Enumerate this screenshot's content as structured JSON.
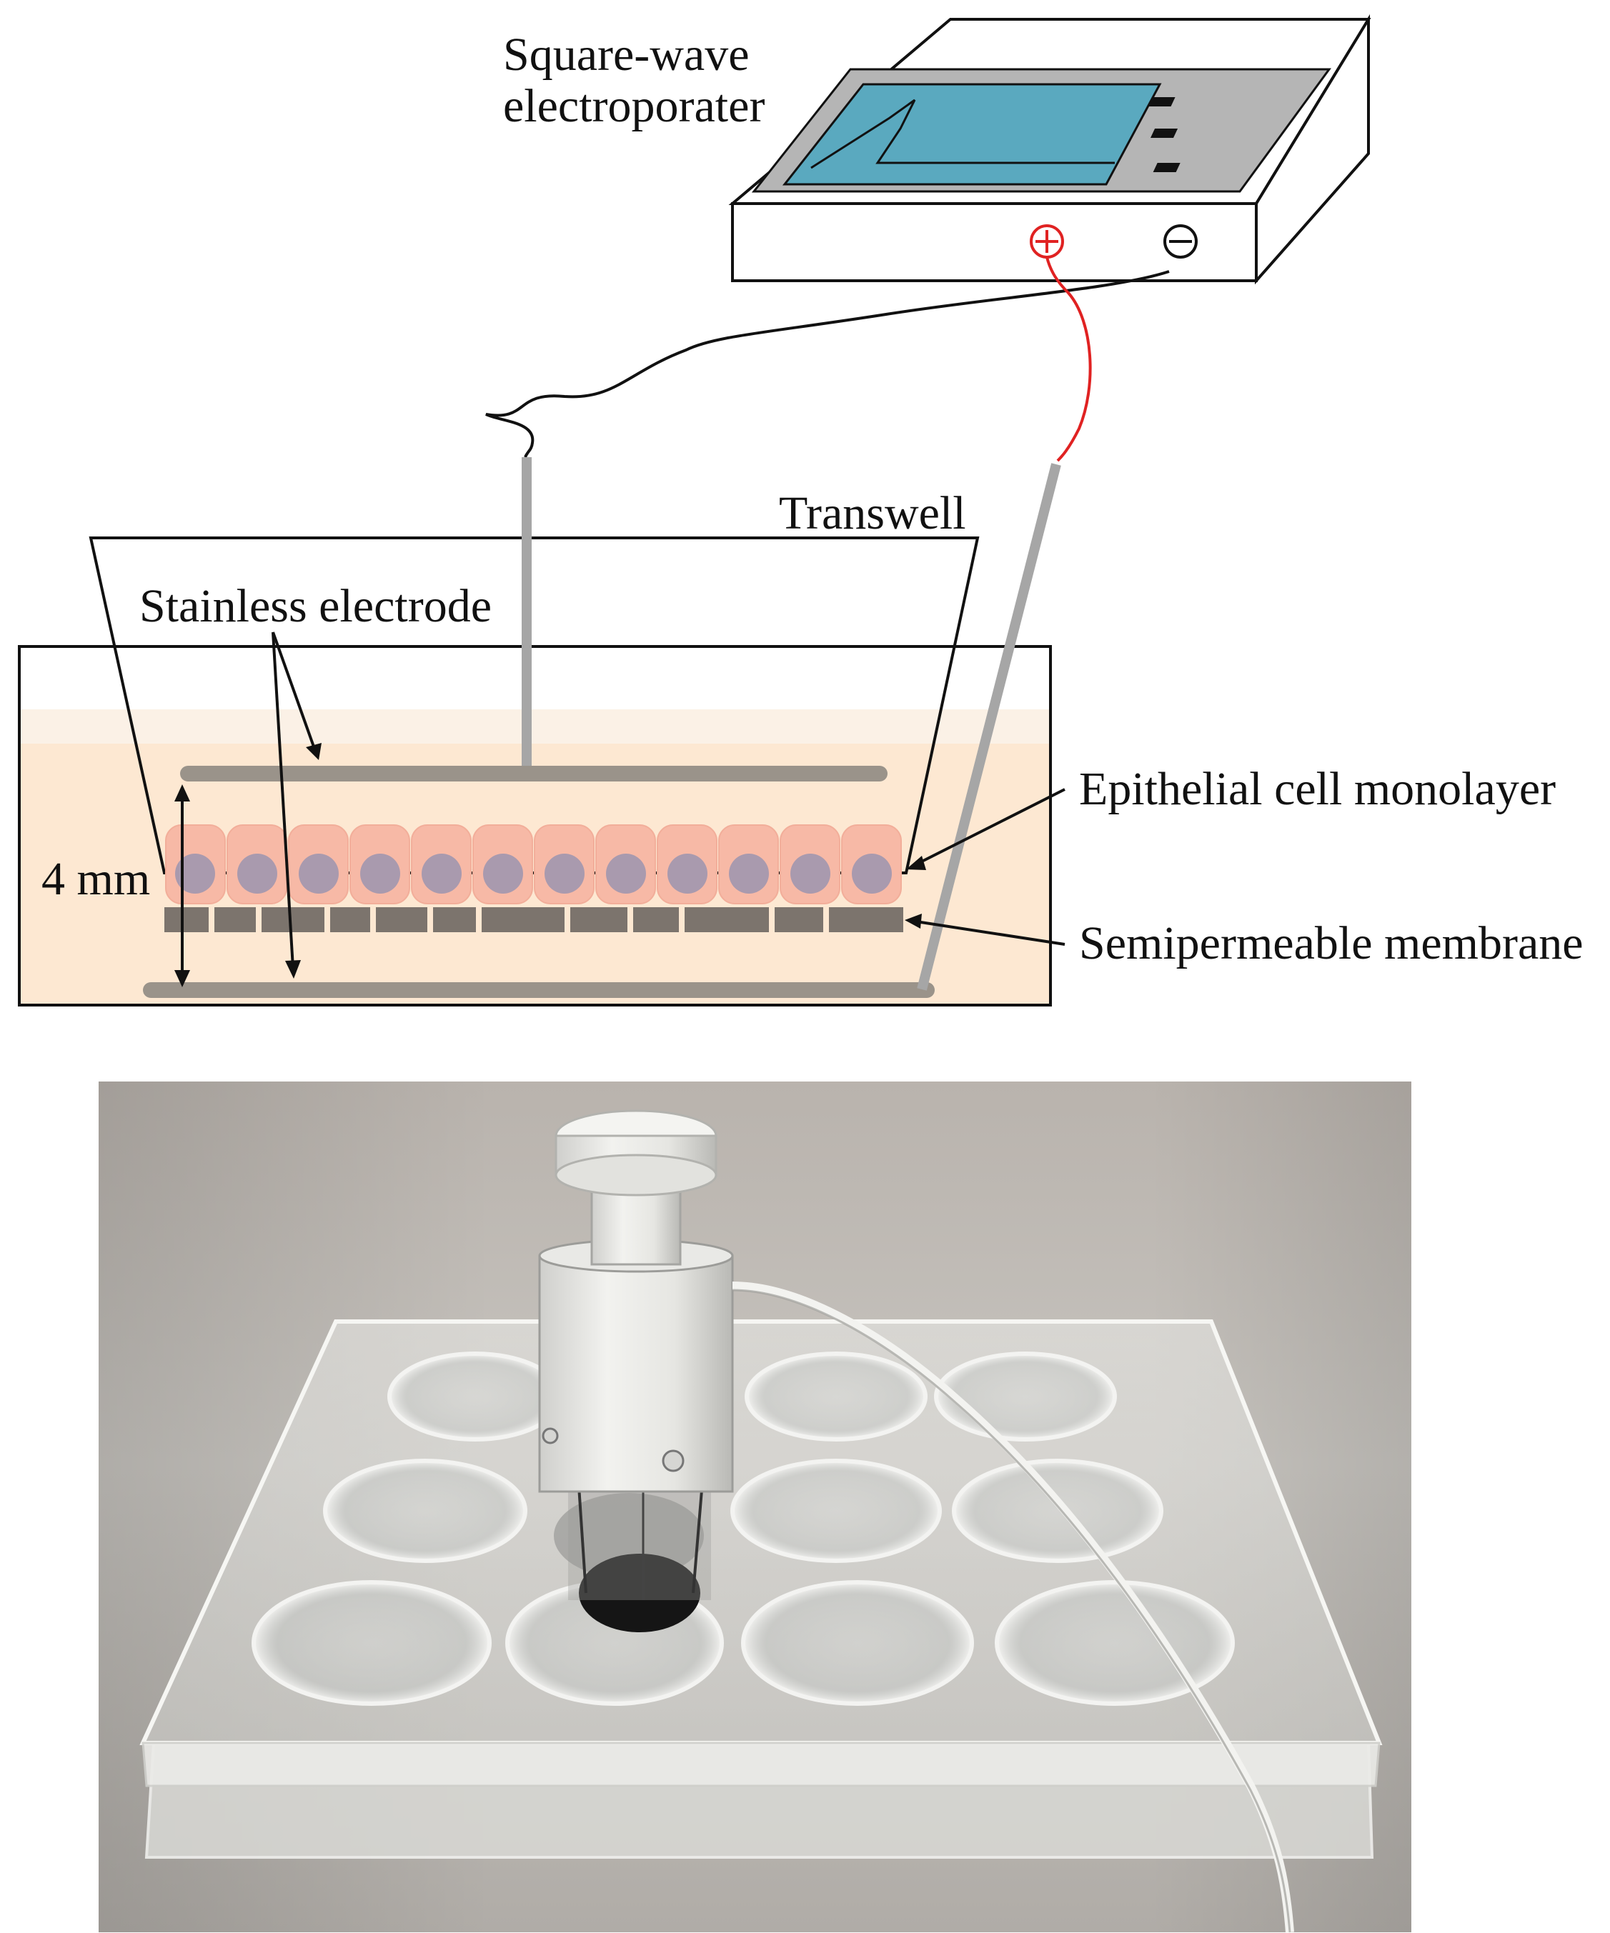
{
  "diagram": {
    "device_label_line1": "Square-wave",
    "device_label_line2": "electroporater",
    "positive_terminal_symbol": "+",
    "negative_terminal_symbol": "−",
    "transwell_label": "Transwell",
    "electrode_label": "Stainless electrode",
    "gap_label": "4 mm",
    "monolayer_label": "Epithelial cell monolayer",
    "membrane_label": "Semipermeable membrane"
  },
  "photo": {
    "subject": "12-well culture plate with electrode assembly inserted into one well and white cable"
  },
  "colors": {
    "screen": "#5aa9bf",
    "panel": "#b5b5b5",
    "medium": "#fde8d2",
    "medium_top": "#fbf1e6",
    "cell": "#f7b9a6",
    "nucleus": "#a99aae",
    "electrode": "#9a938a",
    "membrane": "#7c746d",
    "positive_wire": "#e02222",
    "negative_wire": "#111111",
    "rod": "#a6a6a6"
  }
}
